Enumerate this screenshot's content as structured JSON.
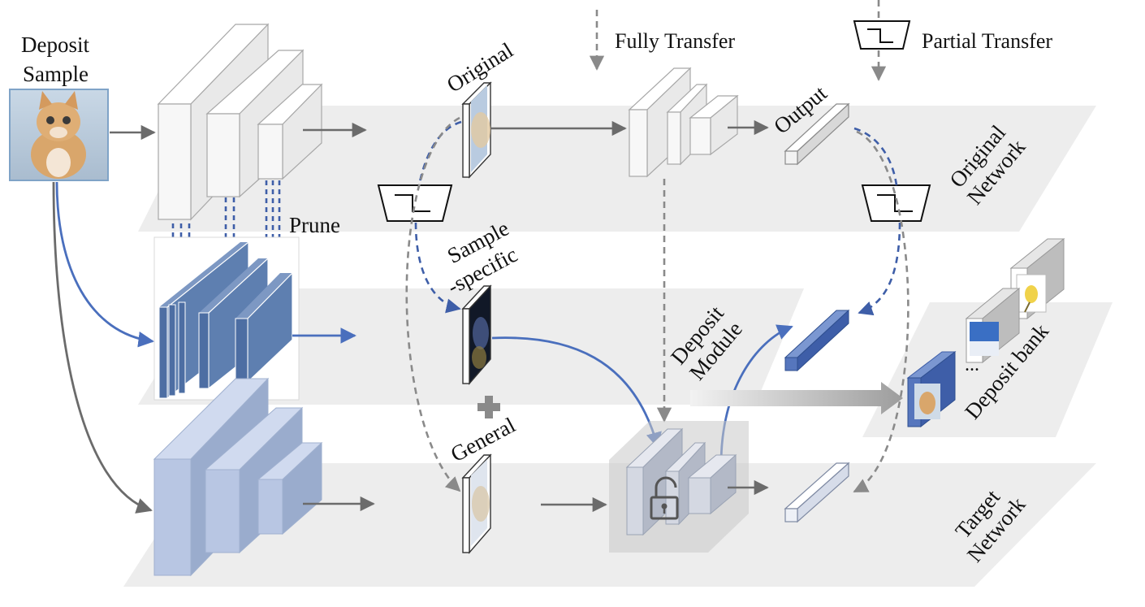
{
  "labels": {
    "deposit_sample": [
      "Deposit",
      "Sample"
    ],
    "prune": "Prune",
    "original": "Original",
    "sample_specific": [
      "Sample",
      "-specific"
    ],
    "general": "General",
    "fully_transfer": "Fully Transfer",
    "partial_transfer": "Partial Transfer",
    "output": "Output",
    "original_network": [
      "Original",
      "Network"
    ],
    "deposit_module": [
      "Deposit",
      "Module"
    ],
    "deposit_bank": "Deposit bank",
    "target_network": [
      "Target",
      "Network"
    ],
    "ellipsis": "..."
  },
  "colors": {
    "plane": "#ededed",
    "arrow_gray": "#6b6b6b",
    "arrow_blue": "#4a6fbd",
    "dashed_gray": "#8a8a8a",
    "dashed_blue": "#3e5ea8",
    "block_white": "#f7f7f7",
    "block_blue_dark": "#5e7fb0",
    "block_blue_light": "#b6c4e0"
  },
  "icons": [
    "cat-image-icon",
    "filter-icon",
    "lock-icon",
    "plus-icon",
    "bird-image-icon",
    "sky-image-icon"
  ]
}
